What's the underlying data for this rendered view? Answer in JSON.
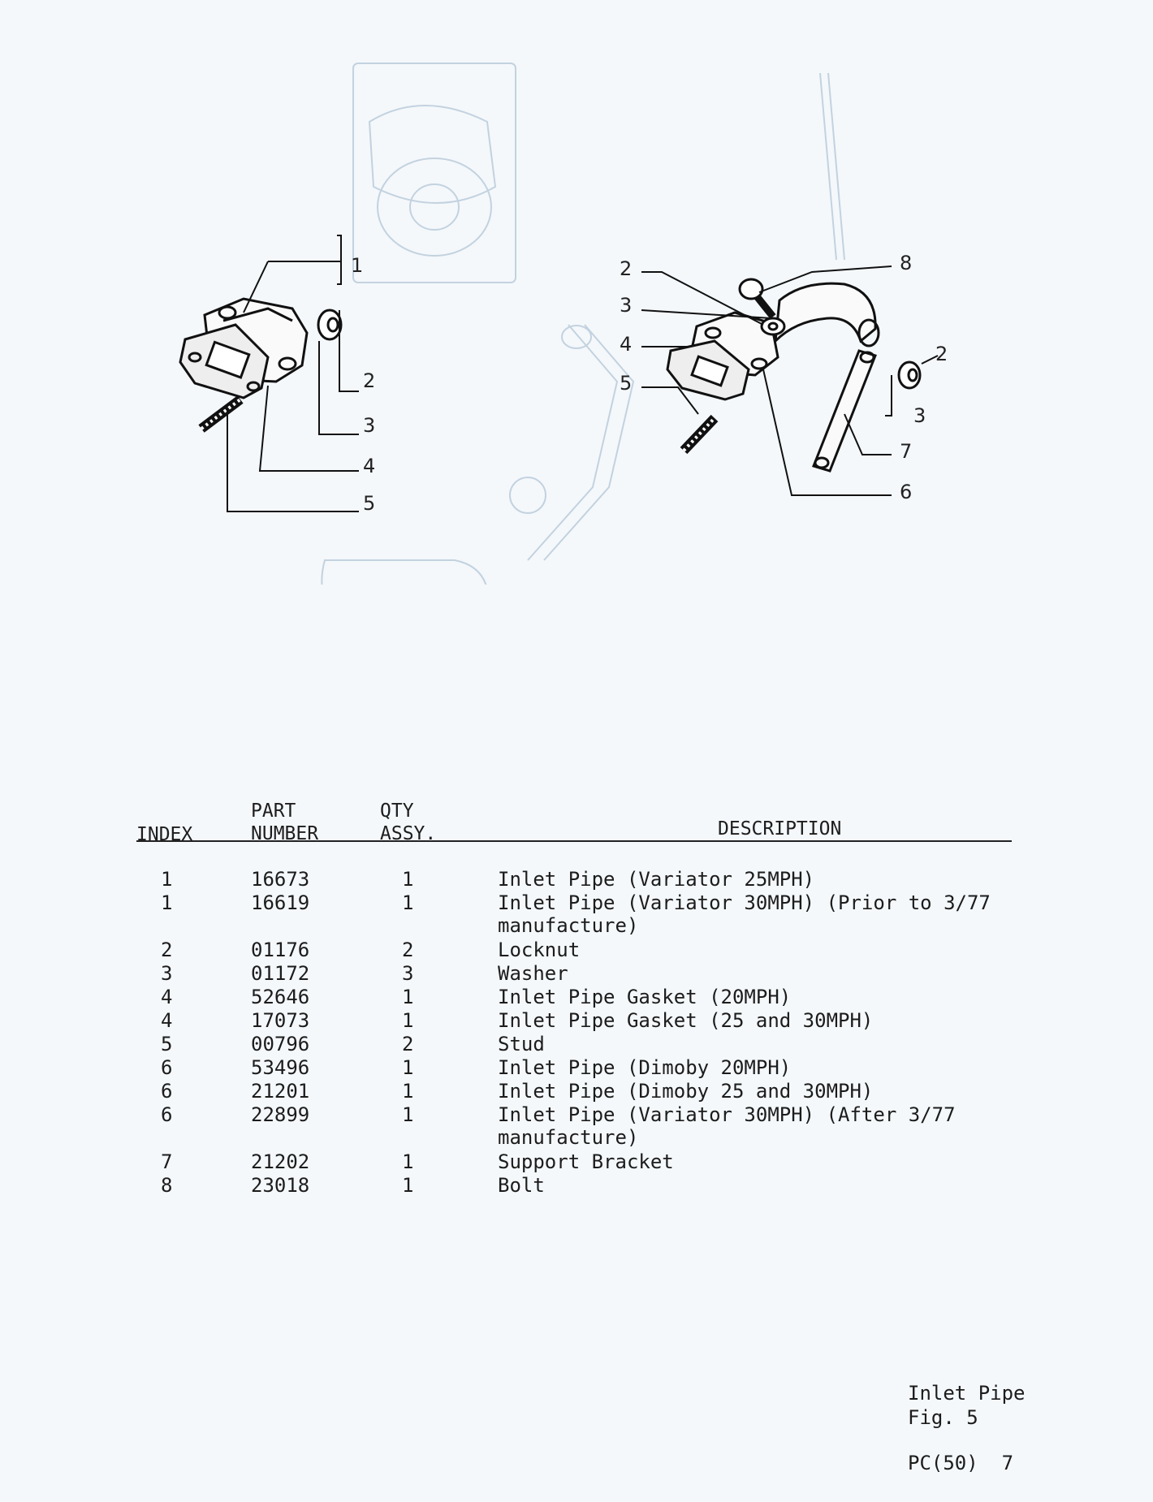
{
  "diagram": {
    "left_callouts": [
      "1",
      "2",
      "3",
      "4",
      "5"
    ],
    "right_callouts": [
      "2",
      "3",
      "4",
      "5",
      "8",
      "2",
      "3",
      "7",
      "6"
    ]
  },
  "table": {
    "headers": {
      "index": "INDEX",
      "part_line1": "PART",
      "part_line2": "NUMBER",
      "qty_line1": "QTY",
      "qty_line2": "ASSY.",
      "description": "DESCRIPTION"
    },
    "rows": [
      {
        "index": "1",
        "part": "16673",
        "qty": "1",
        "desc": "Inlet Pipe (Variator 25MPH)"
      },
      {
        "index": "1",
        "part": "16619",
        "qty": "1",
        "desc": "Inlet Pipe (Variator 30MPH) (Prior to 3/77\nmanufacture)"
      },
      {
        "index": "2",
        "part": "01176",
        "qty": "2",
        "desc": "Locknut"
      },
      {
        "index": "3",
        "part": "01172",
        "qty": "3",
        "desc": "Washer"
      },
      {
        "index": "4",
        "part": "52646",
        "qty": "1",
        "desc": "Inlet Pipe Gasket (20MPH)"
      },
      {
        "index": "4",
        "part": "17073",
        "qty": "1",
        "desc": "Inlet Pipe Gasket (25 and 30MPH)"
      },
      {
        "index": "5",
        "part": "00796",
        "qty": "2",
        "desc": "Stud"
      },
      {
        "index": "6",
        "part": "53496",
        "qty": "1",
        "desc": "Inlet Pipe (Dimoby 20MPH)"
      },
      {
        "index": "6",
        "part": "21201",
        "qty": "1",
        "desc": "Inlet Pipe (Dimoby 25 and 30MPH)"
      },
      {
        "index": "6",
        "part": "22899",
        "qty": "1",
        "desc": "Inlet Pipe (Variator 30MPH) (After 3/77\nmanufacture)"
      },
      {
        "index": "7",
        "part": "21202",
        "qty": "1",
        "desc": "Support Bracket"
      },
      {
        "index": "8",
        "part": "23018",
        "qty": "1",
        "desc": "Bolt"
      }
    ]
  },
  "footer": {
    "title": "Inlet Pipe",
    "figure": "Fig. 5",
    "page": "PC(50)  7"
  }
}
